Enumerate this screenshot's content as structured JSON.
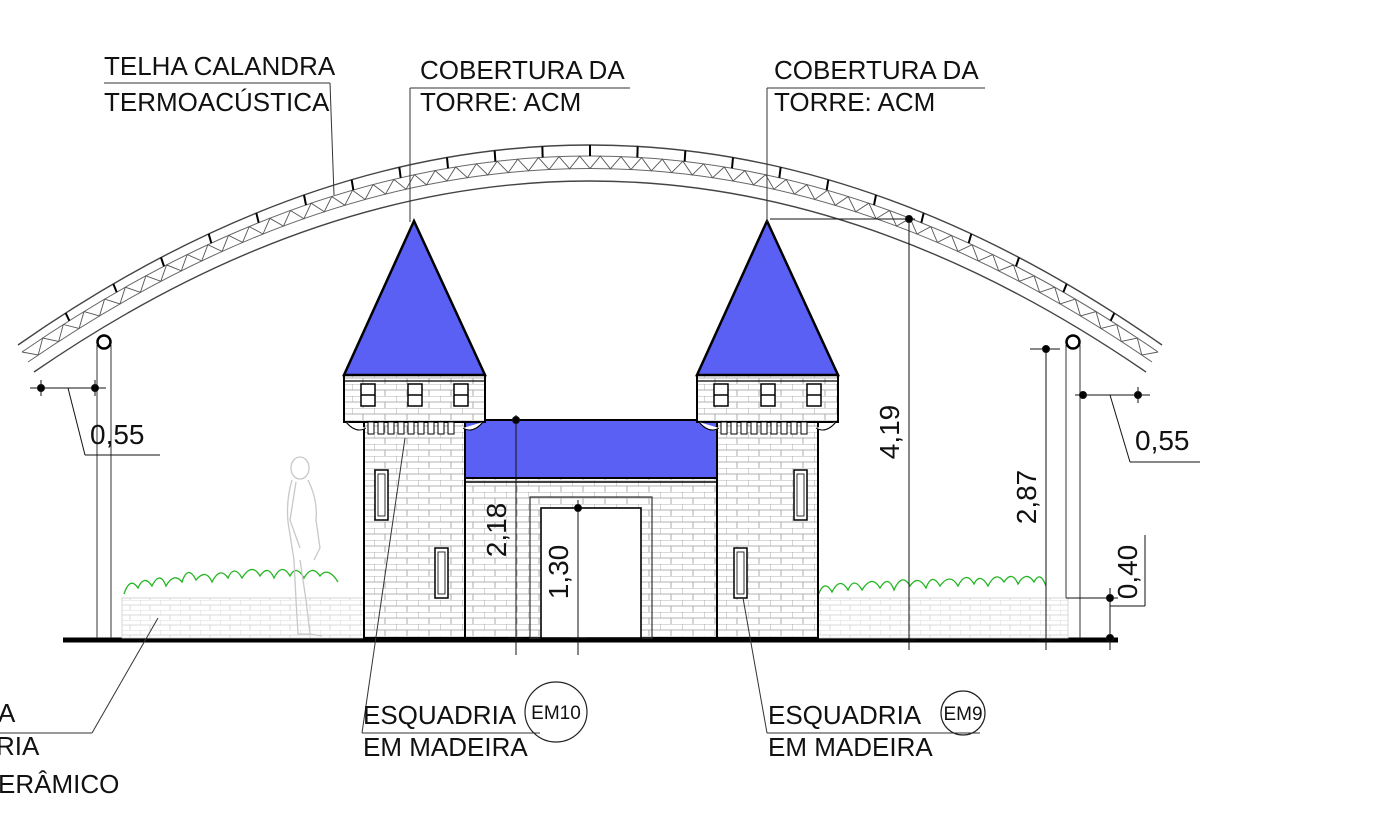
{
  "labels": {
    "roof_tile_1": "TELHA CALANDRA",
    "roof_tile_2": "TERMOACÚSTICA",
    "tower_roof_left_1": "COBERTURA DA",
    "tower_roof_left_2": "TORRE: ACM",
    "tower_roof_right_1": "COBERTURA DA",
    "tower_roof_right_2": "TORRE: ACM",
    "frame_left_1": "ESQUADRIA",
    "frame_left_2": "EM MADEIRA",
    "frame_left_tag": "EM10",
    "frame_right_1": "ESQUADRIA",
    "frame_right_2": "EM MADEIRA",
    "frame_right_tag": "EM9",
    "cut_left_1": "A",
    "cut_left_2": "RIA",
    "cut_left_3": "ERÂMICO"
  },
  "dimensions": {
    "left_offset": "0,55",
    "right_offset": "0,55",
    "tower_height": "4,19",
    "pillar_height": "2,87",
    "wall_height": "0,40",
    "gate_height": "2,18",
    "door_height": "1,30"
  },
  "colors": {
    "acm_blue": "#5b60f5",
    "vegetation": "#22b522",
    "line": "#111111"
  }
}
